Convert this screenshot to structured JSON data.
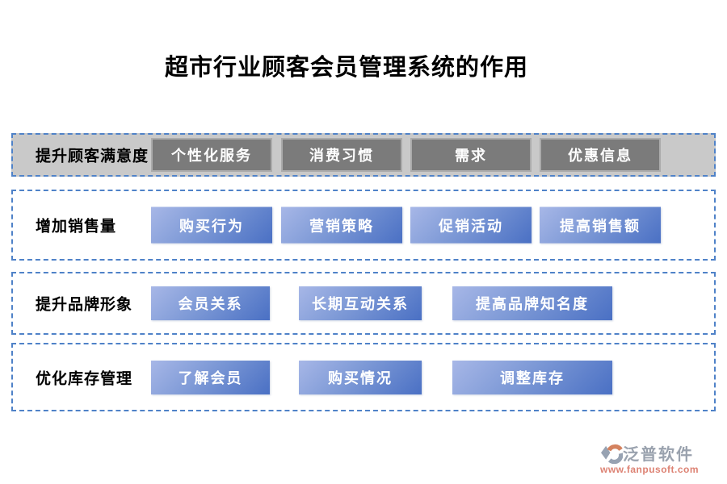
{
  "title": "超市行业顾客会员管理系统的作用",
  "rows": [
    {
      "label": "提升顾客满意度",
      "style": "gray",
      "buttons": [
        "个性化服务",
        "消费习惯",
        "需求",
        "优惠信息"
      ]
    },
    {
      "label": "增加销售量",
      "style": "blue",
      "buttons": [
        "购买行为",
        "营销策略",
        "促销活动",
        "提高销售额"
      ]
    },
    {
      "label": "提升品牌形象",
      "style": "blue",
      "buttons": [
        "会员关系",
        "长期互动关系",
        "提高品牌知名度"
      ]
    },
    {
      "label": "优化库存管理",
      "style": "blue",
      "buttons": [
        "了解会员",
        "购买情况",
        "调整库存"
      ]
    }
  ],
  "footer": {
    "brand": "泛普软件",
    "url": "www.fanpusoft.com"
  },
  "icons": {
    "brand_logo": "fanpu-logo-icon"
  },
  "colors": {
    "accent_blue": "#4a70c4",
    "accent_blue_light": "#a7b7e7",
    "dashed_border": "#4f82c8",
    "gray_band_bg": "#c9c9c9",
    "gray_node": "#7b7b7b",
    "brand_text": "#9aa2ae",
    "brand_url": "#dd8273",
    "brand_orange": "#d4825f"
  }
}
